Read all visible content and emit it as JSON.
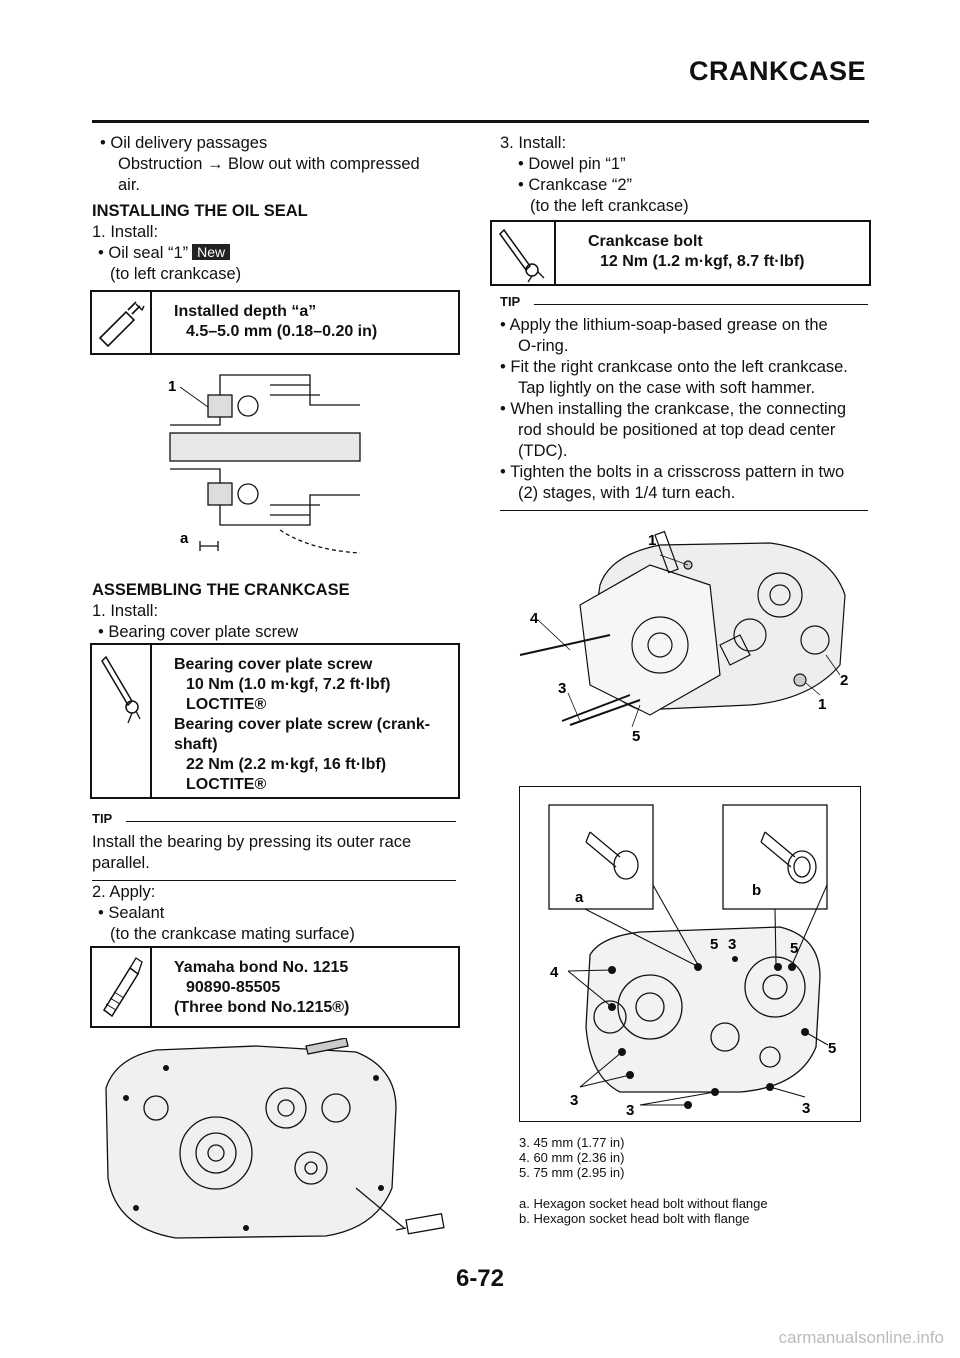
{
  "header": {
    "title": "CRANKCASE"
  },
  "left": {
    "oil_passages": {
      "bullet": "Oil delivery passages",
      "line2": "Obstruction → Blow out with compressed",
      "line3": "air."
    },
    "oil_seal": {
      "title": "INSTALLING THE OIL SEAL",
      "step": "1. Install:",
      "bullet": "Oil seal “1”",
      "new_badge": "New",
      "note": "(to left crankcase)"
    },
    "depth_spec": {
      "label": "Installed depth “a”",
      "value": "4.5–5.0 mm (0.18–0.20 in)"
    },
    "fig1": {
      "callout_1": "1",
      "callout_a": "a"
    },
    "assembling": {
      "title": "ASSEMBLING THE CRANKCASE",
      "step": "1. Install:",
      "bullet": "Bearing cover plate screw"
    },
    "torque_spec": {
      "l1": "Bearing cover plate screw",
      "l2": "10 Nm (1.0 m·kgf, 7.2 ft·lbf)",
      "l3": "LOCTITE®",
      "l4": "Bearing cover plate screw (crank-",
      "l5": "shaft)",
      "l6": "22 Nm (2.2 m·kgf, 16 ft·lbf)",
      "l7": "LOCTITE®"
    },
    "tip": {
      "label": "TIP",
      "l1": "Install the bearing by pressing its outer race",
      "l2": "parallel."
    },
    "apply": {
      "step": "2. Apply:",
      "bullet": "Sealant",
      "note": "(to the crankcase mating surface)"
    },
    "bond_spec": {
      "l1": "Yamaha bond No. 1215",
      "l2": "90890-85505",
      "l3": "(Three bond No.1215®)"
    }
  },
  "right": {
    "install": {
      "step": "3. Install:",
      "b1": "Dowel pin “1”",
      "b2": "Crankcase “2”",
      "note": "(to the left crankcase)"
    },
    "crank_bolt": {
      "l1": "Crankcase bolt",
      "l2": "12 Nm (1.2 m·kgf, 8.7 ft·lbf)"
    },
    "tip": {
      "label": "TIP",
      "items": [
        [
          "Apply the lithium-soap-based grease on the",
          "O-ring."
        ],
        [
          "Fit the right crankcase onto the left crankcase.",
          "Tap lightly on the case with soft hammer."
        ],
        [
          "When installing the crankcase, the connecting",
          "rod should be positioned at top dead center",
          "(TDC)."
        ],
        [
          "Tighten the bolts in a crisscross pattern in two",
          "(2) stages, with 1/4 turn each."
        ]
      ]
    },
    "fig2": {
      "c1a": "1",
      "c4": "4",
      "c3": "3",
      "c5": "5",
      "c2": "2",
      "c1b": "1"
    },
    "fig3": {
      "a": "a",
      "b": "b",
      "c5a": "5",
      "c3a": "3",
      "c5b": "5",
      "c4": "4",
      "c5c": "5",
      "c3b": "3",
      "c3c": "3",
      "c3d": "3"
    },
    "captions": {
      "c3": "3.  45 mm (1.77 in)",
      "c4": "4.  60 mm (2.36 in)",
      "c5": "5.  75 mm (2.95 in)",
      "ca": "a.  Hexagon socket head bolt without flange",
      "cb": "b.  Hexagon socket head bolt with flange"
    }
  },
  "footer": {
    "page_number": "6-72",
    "watermark": "carmanualsonline.info"
  }
}
